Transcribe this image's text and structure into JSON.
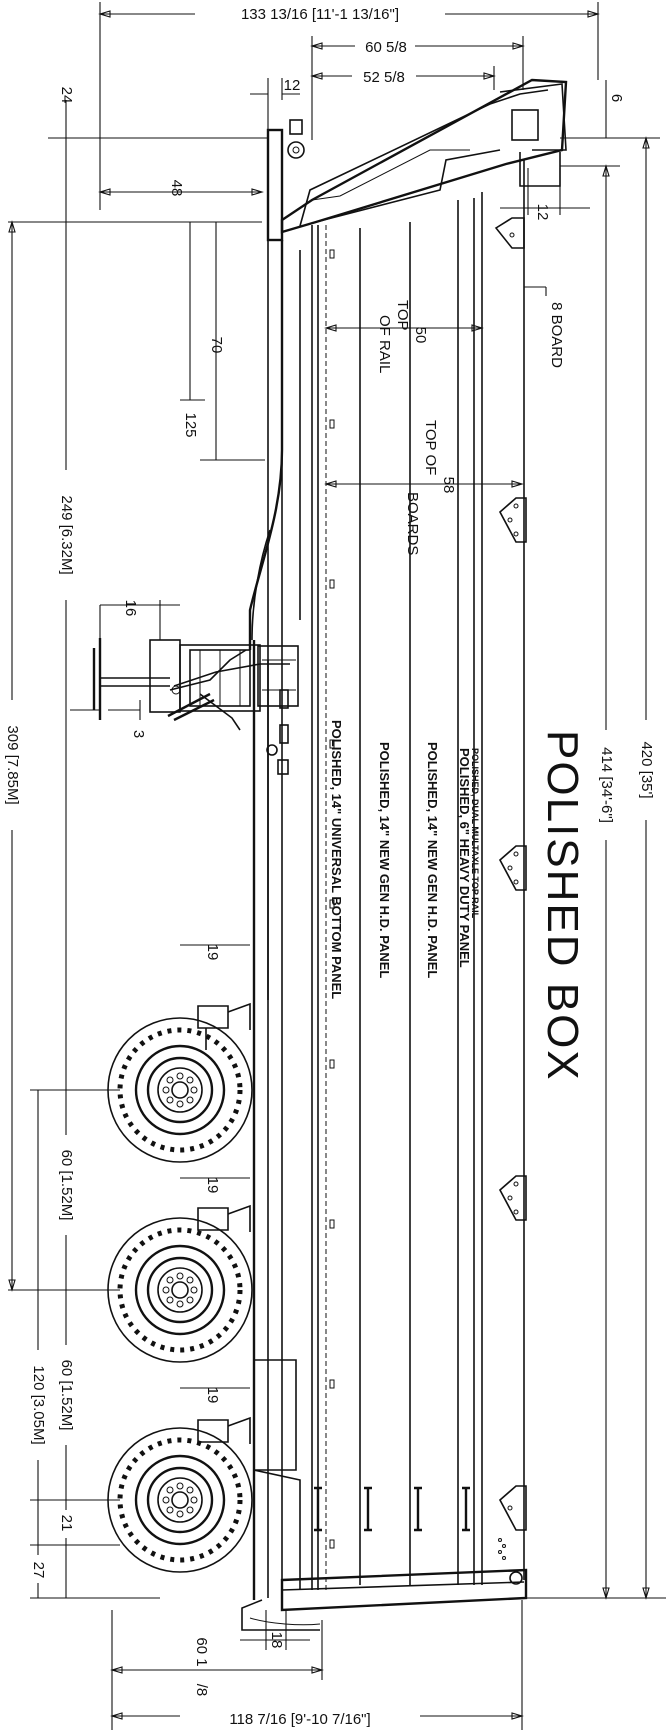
{
  "dimensions": {
    "overall_top": "133 13/16 [11'-1 13/16\"]",
    "d60_5_8": "60 5/8",
    "d52_5_8": "52 5/8",
    "d12_top": "12",
    "d24": "24",
    "d6": "6",
    "d48": "48",
    "d12_side": "12",
    "d8_board": "8 BOARD",
    "d70": "70",
    "d125": "125",
    "d50": "50",
    "top_of_rail": [
      "TOP",
      "OF RAIL"
    ],
    "d58": "58",
    "top_of_boards": [
      "TOP OF",
      "BOARDS"
    ],
    "d249": "249 [6.32M]",
    "d16": "16",
    "d3": "3",
    "d309": "309 [7.85M]",
    "d420": "420 [35']",
    "d414": "414 [34'-6\"]",
    "d19_a": "19",
    "d19_b": "19",
    "d19_c": "19",
    "d60_a": "60 [1.52M]",
    "d60_b": "60 [1.52M]",
    "d120": "120 [3.05M]",
    "d21": "21",
    "d27": "27",
    "d18": "18",
    "d60_1_8": [
      "60 1",
      "/8"
    ],
    "overall_bottom": "118 7/16 [9'-10 7/16\"]"
  },
  "panels": {
    "p1": "POLISHED, 14\" UNIVERSAL BOTTOM PANEL",
    "p2": "POLISHED, 14\" NEW GEN H.D. PANEL",
    "p3": "POLISHED, 14\" NEW GEN H.D. PANEL",
    "p4": "POLISHED, 6\" HEAVY DUTY PANEL",
    "p5": "POLISHED, DUAL MULTAXLE TOP RAIL"
  },
  "title": "POLISHED BOX"
}
